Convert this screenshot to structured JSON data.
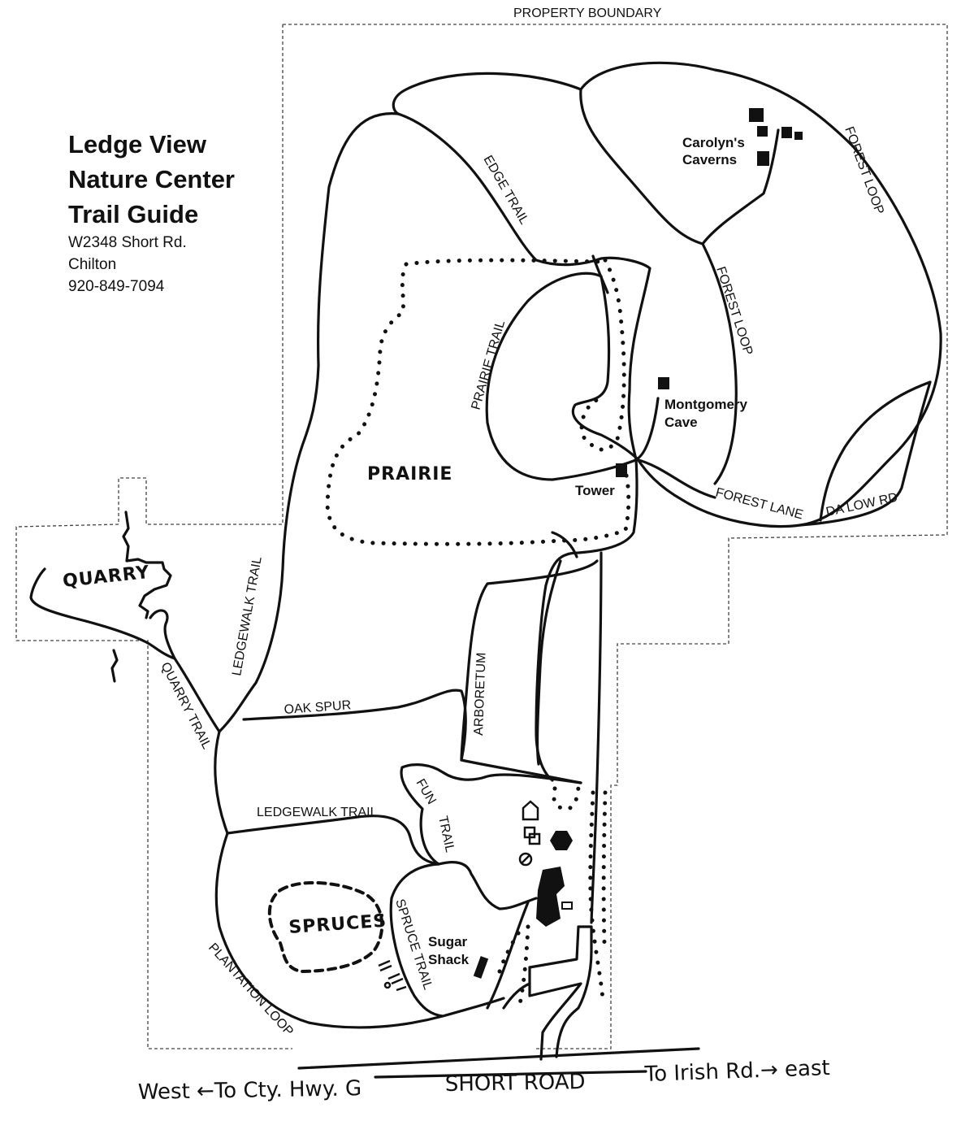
{
  "title": {
    "line1": "Ledge View",
    "line2": "Nature Center",
    "line3": "Trail Guide",
    "address": "W2348 Short Rd.",
    "city": "Chilton",
    "phone": "920-849-7094"
  },
  "labels": {
    "property_boundary": "PROPERTY BOUNDARY",
    "carolyns_1": "Carolyn's",
    "carolyns_2": "Caverns",
    "forest_loop": "FOREST LOOP",
    "edge_trail": "EDGE TRAIL",
    "prairie_trail": "PRAIRIE TRAIL",
    "montgomery_1": "Montgomery",
    "montgomery_2": "Cave",
    "prairie": "PRAIRIE",
    "tower": "Tower",
    "forest_lane": "FOREST LANE",
    "da_low_rd": "DA LOW RD",
    "quarry": "QUARRY",
    "ledgewalk_trail": "LEDGEWALK TRAIL",
    "oak_spur": "OAK SPUR",
    "arboretum": "ARBORETUM",
    "quarry_trail": "QUARRY TRAIL",
    "fun_trail_1": "FUN",
    "fun_trail_2": "TRAIL",
    "spruces": "SPRUCES",
    "spruce_trail": "SPRUCE TRAIL",
    "sugar_1": "Sugar",
    "sugar_2": "Shack",
    "plantation_loop": "PLANTATION LOOP",
    "short_road": "SHORT ROAD",
    "west": "West ←To Cty. Hwy. G",
    "east": "To Irish Rd.→ east"
  },
  "icons": [
    "building-icon",
    "hexagon-icon",
    "no-entry-icon",
    "picnic-table-icon",
    "house-icon"
  ]
}
